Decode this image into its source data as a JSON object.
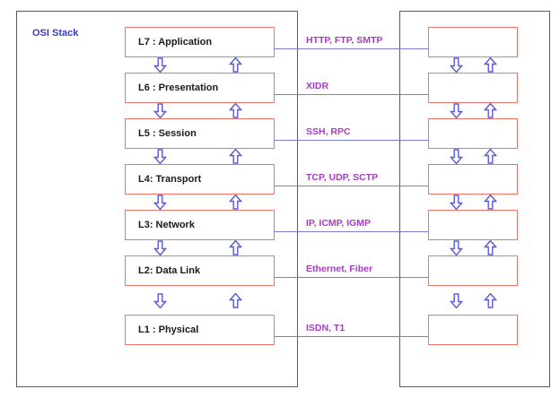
{
  "diagram": {
    "title": "OSI Stack",
    "title_color": "#3b3bc4",
    "box_border_color": "#f4706a",
    "arrow_color": "#5a5ad0",
    "connector_color": "#7b7bd8",
    "protocol_text_color": "#a63bc4",
    "panel_border_color": "#5a5a5a"
  },
  "layers": [
    {
      "label": "L7 : Application",
      "protocols": "HTTP, FTP, SMTP"
    },
    {
      "label": "L6 : Presentation",
      "protocols": "XIDR"
    },
    {
      "label": "L5 : Session",
      "protocols": "SSH, RPC"
    },
    {
      "label": "L4: Transport",
      "protocols": "TCP, UDP, SCTP"
    },
    {
      "label": "L3: Network",
      "protocols": "IP, ICMP, IGMP"
    },
    {
      "label": "L2: Data Link",
      "protocols": "Ethernet, Fiber"
    },
    {
      "label": "L1 : Physical",
      "protocols": "ISDN, T1"
    }
  ],
  "peer_stack": {
    "boxes": [
      "",
      "",
      "",
      "",
      "",
      "",
      ""
    ]
  },
  "arrows": {
    "down_name": "arrow-down-icon",
    "up_name": "arrow-up-icon"
  }
}
